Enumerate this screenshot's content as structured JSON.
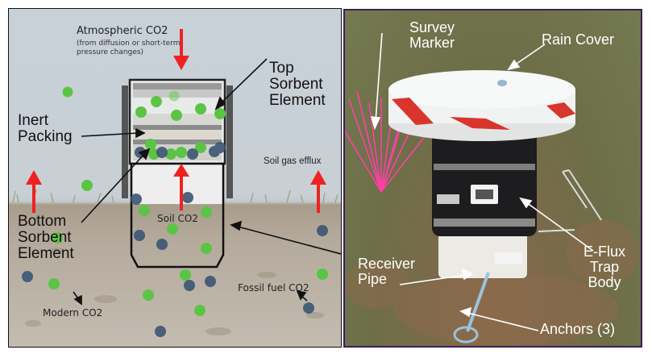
{
  "diagram": {
    "atmospheric_title": "Atmospheric CO2",
    "atmospheric_note": "(from diffusion or short-term\npressure changes)",
    "top_sorbent": "Top\nSorbent\nElement",
    "inert_packing": "Inert\nPacking",
    "bottom_sorbent": "Bottom\nSorbent\nElement",
    "soil_gas_efflux": "Soil gas efflux",
    "soil_co2": "Soil CO2",
    "fossil_fuel_co2": "Fossil fuel CO2",
    "modern_co2": "Modern CO2",
    "colors": {
      "modern_co2": "#5cc445",
      "fossil_co2": "#3c5574",
      "arrow": "#ee2222",
      "sky": "#c9d1d8",
      "soil": "#b4aa9c"
    }
  },
  "photo": {
    "survey_marker": "Survey\nMarker",
    "rain_cover": "Rain Cover",
    "receiver_pipe": "Receiver\nPipe",
    "eflux_trap_body": "E-Flux\nTrap\nBody",
    "anchors": "Anchors (3)",
    "colors": {
      "marker": "#ff3fa6",
      "cover": "#f2f3f3",
      "cover_stripe": "#d8352c",
      "trap_body": "#1d1d1f"
    }
  }
}
